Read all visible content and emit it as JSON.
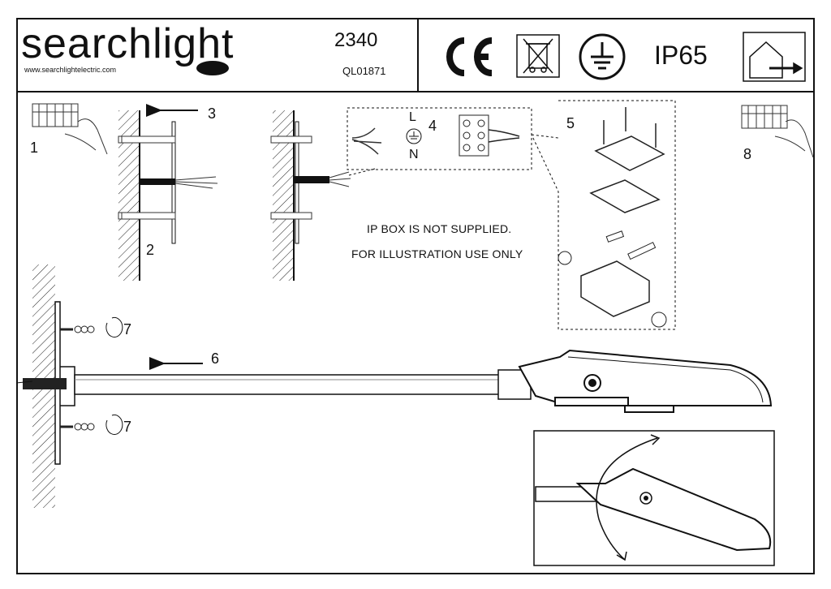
{
  "header": {
    "brand": "searchlight",
    "website": "www.searchlightelectric.com",
    "product_code": "2340",
    "reference_code": "QL01871",
    "ip_rating": "IP65",
    "icons": [
      "ce-mark-icon",
      "weee-bin-icon",
      "earth-ground-icon",
      "indoor-outdoor-icon"
    ]
  },
  "steps": {
    "s1": "1",
    "s2": "2",
    "s3": "3",
    "s4": "4",
    "s5": "5",
    "s6": "6",
    "s7a": "7",
    "s7b": "7",
    "s8": "8"
  },
  "wiring": {
    "live": "L",
    "neutral": "N"
  },
  "notes": {
    "line1": "IP BOX IS NOT SUPPLIED.",
    "line2": "FOR ILLUSTRATION USE ONLY"
  }
}
